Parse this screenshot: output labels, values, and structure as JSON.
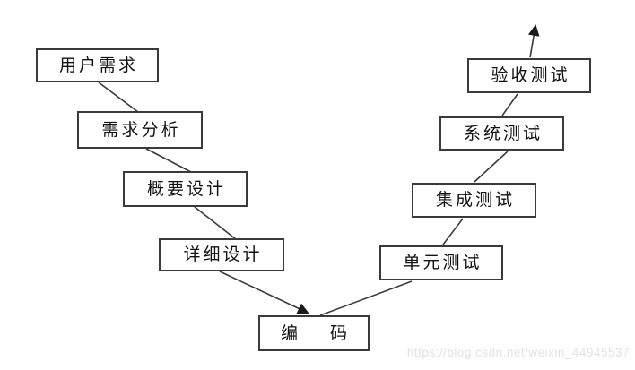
{
  "diagram": {
    "type": "v-model-flowchart",
    "nodes": [
      {
        "id": "user-requirements",
        "label": "用户需求"
      },
      {
        "id": "requirement-analysis",
        "label": "需求分析"
      },
      {
        "id": "preliminary-design",
        "label": "概要设计"
      },
      {
        "id": "detailed-design",
        "label": "详细设计"
      },
      {
        "id": "coding",
        "label": "编    码"
      },
      {
        "id": "unit-test",
        "label": "单元测试"
      },
      {
        "id": "integration-test",
        "label": "集成测试"
      },
      {
        "id": "system-test",
        "label": "系统测试"
      },
      {
        "id": "acceptance-test",
        "label": "验收测试"
      }
    ],
    "edges": [
      {
        "from": "user-requirements",
        "to": "requirement-analysis",
        "arrow": false
      },
      {
        "from": "requirement-analysis",
        "to": "preliminary-design",
        "arrow": false
      },
      {
        "from": "preliminary-design",
        "to": "detailed-design",
        "arrow": false
      },
      {
        "from": "detailed-design",
        "to": "coding",
        "arrow": true
      },
      {
        "from": "coding",
        "to": "unit-test",
        "arrow": false
      },
      {
        "from": "unit-test",
        "to": "integration-test",
        "arrow": false
      },
      {
        "from": "integration-test",
        "to": "system-test",
        "arrow": false
      },
      {
        "from": "system-test",
        "to": "acceptance-test",
        "arrow": false
      },
      {
        "from": "acceptance-test",
        "to": "exit-top",
        "arrow": true
      }
    ],
    "colors": {
      "background": "#ffffff",
      "box_border": "#3a3a3a",
      "connector": "#3a3a3a",
      "text": "#111111",
      "watermark": "#e2e2e2"
    },
    "watermark": "https://blog.csdn.net/weixin_44945537"
  }
}
